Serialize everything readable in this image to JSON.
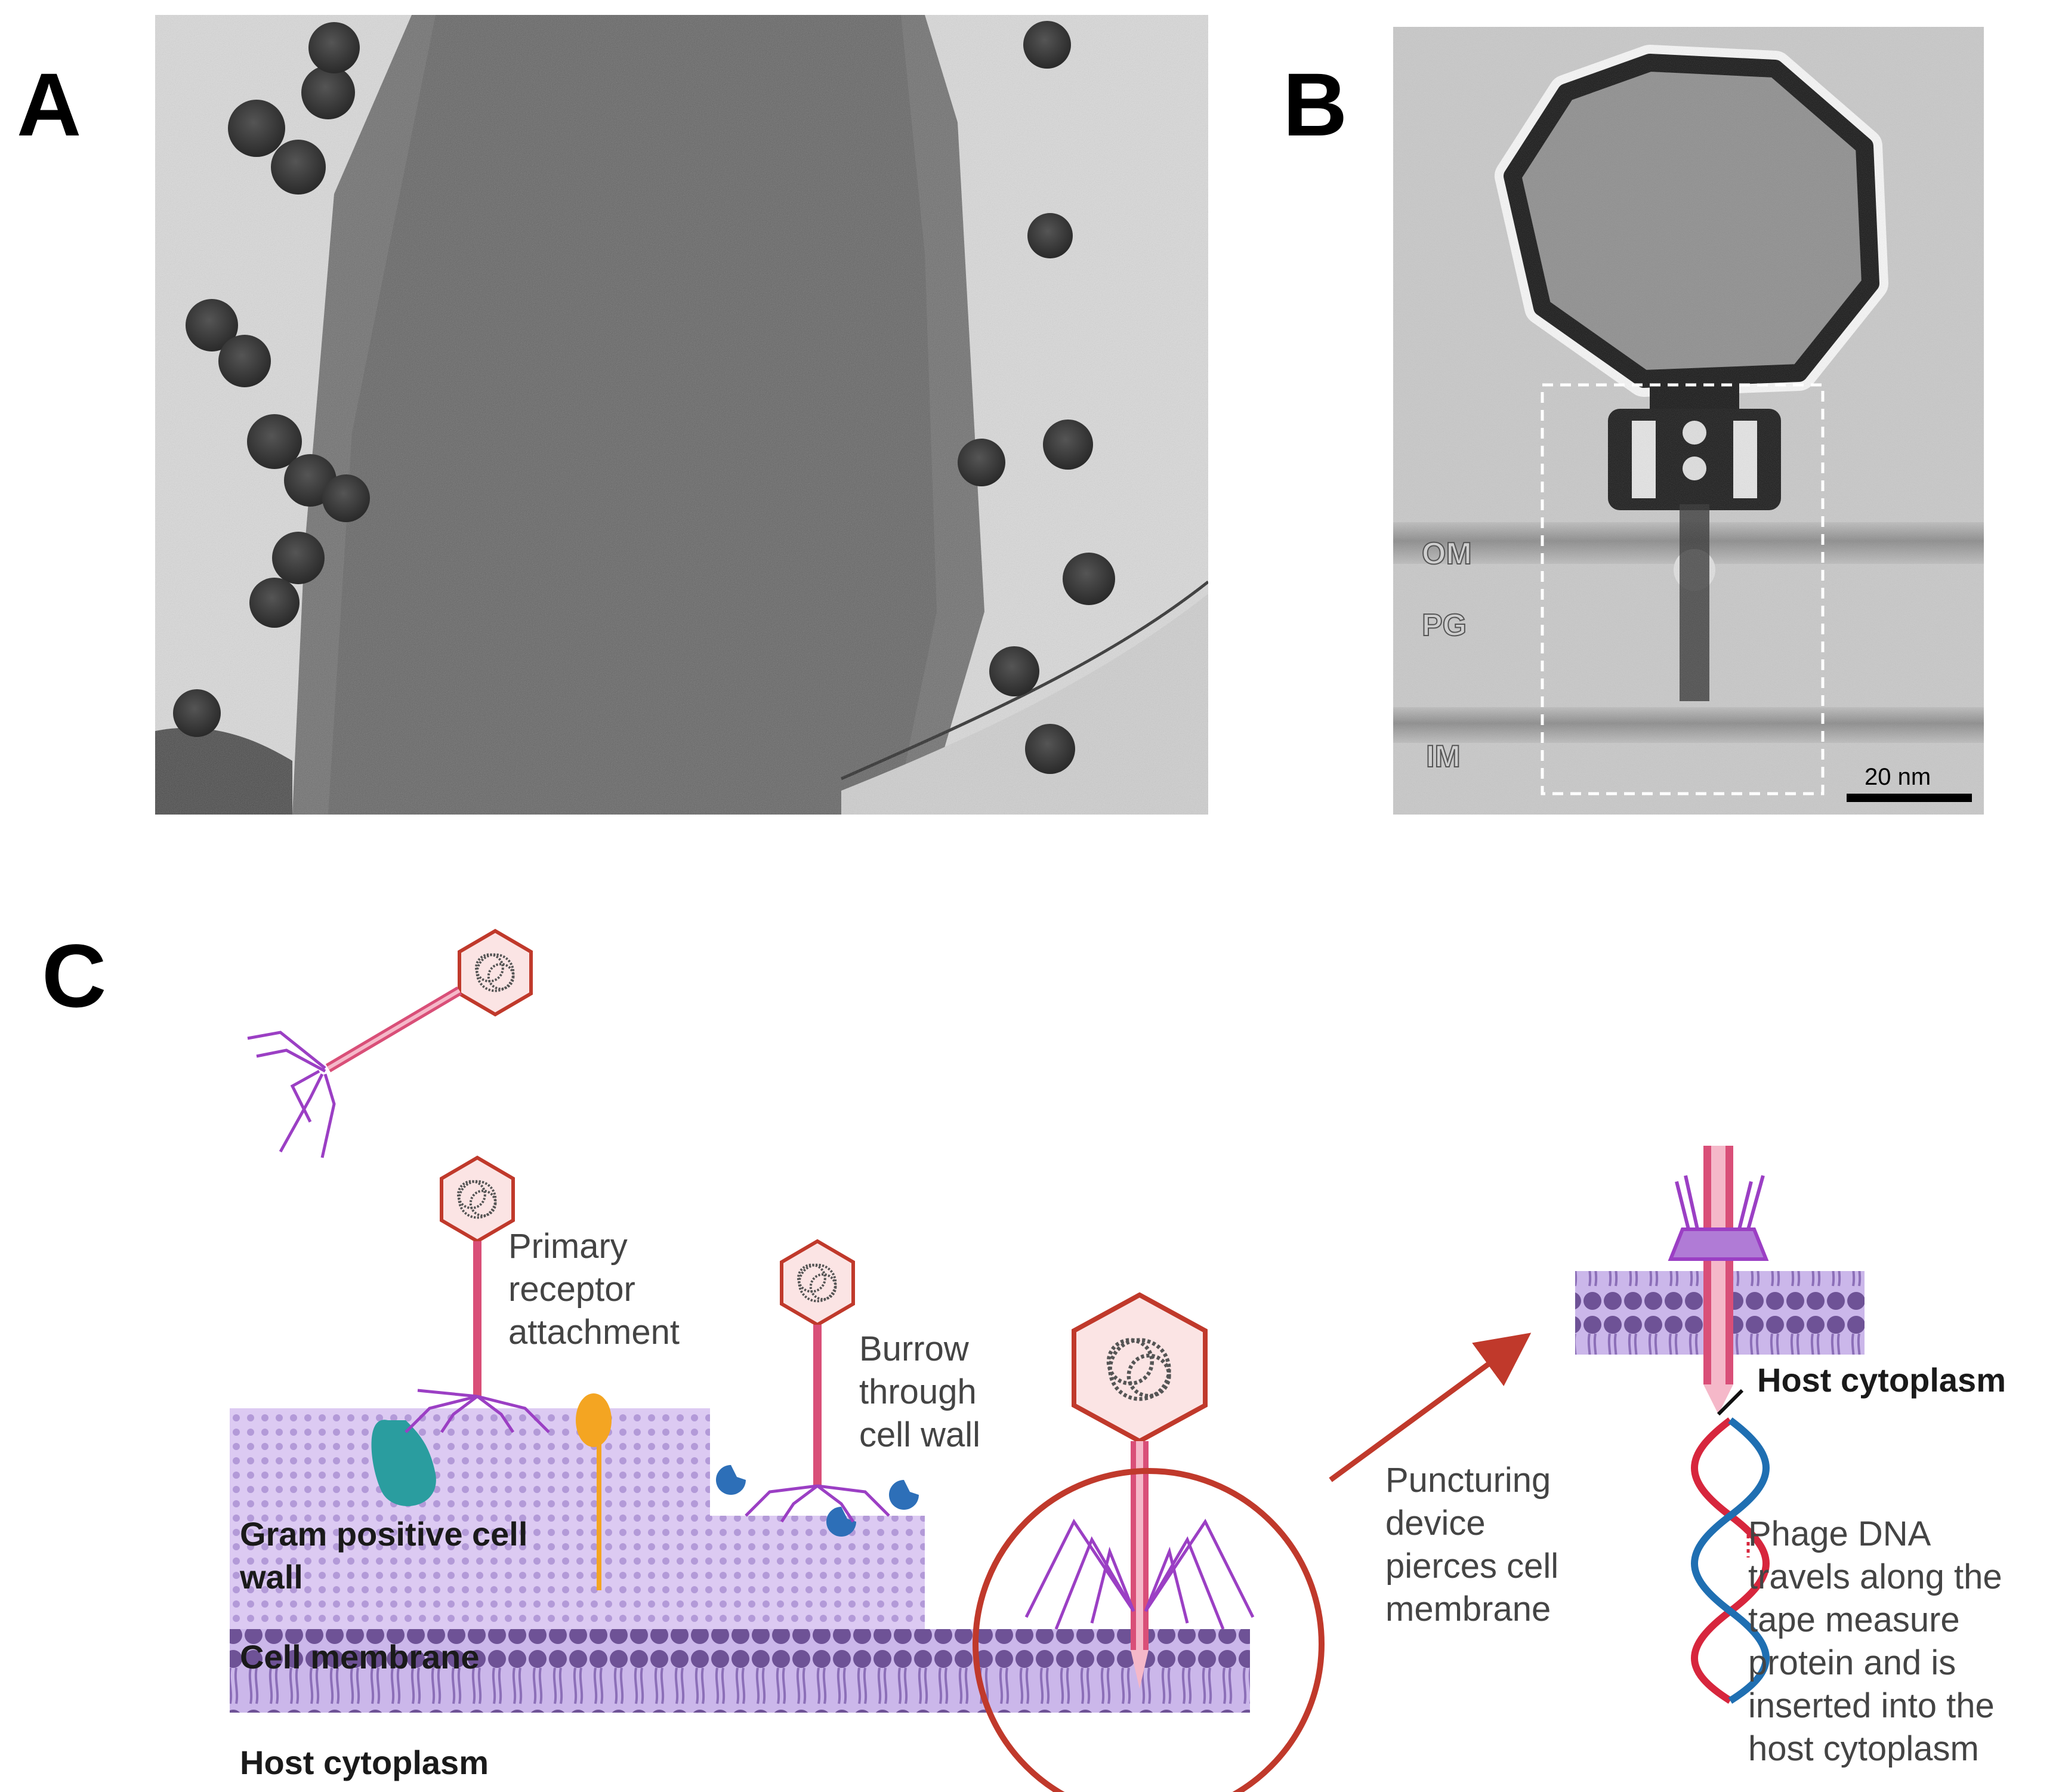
{
  "figure": {
    "panel_a": {
      "letter": "A"
    },
    "panel_b": {
      "letter": "B",
      "layer_labels": [
        "OM",
        "PG",
        "IM"
      ],
      "scale_bar_label": "20 nm"
    },
    "panel_c": {
      "letter": "C",
      "labels": {
        "primary_receptor": [
          "Primary",
          "receptor",
          "attachment"
        ],
        "burrow": [
          "Burrow",
          "through",
          "cell wall"
        ],
        "cell_wall": [
          "Gram positive cell",
          "wall"
        ],
        "cell_membrane": "Cell membrane",
        "host_cytoplasm_left": "Host cytoplasm",
        "puncturing": [
          "Puncturing",
          "device",
          "pierces cell",
          "membrane"
        ],
        "host_cytoplasm_right": "Host cytoplasm",
        "phage_dna": [
          "Phage DNA",
          "travels along the",
          "tape measure",
          "protein and is",
          "inserted into the",
          "host cytoplasm"
        ]
      }
    }
  },
  "colors": {
    "phage_pink": "#d94f78",
    "phage_outline": "#c0392b",
    "tail_fiber": "#9b3fc4",
    "wall_lavender": "#d9c6f2",
    "membrane_purple": "#7a5ca0",
    "highlight_red": "#c0392b",
    "receptor_teal": "#2a9d9f",
    "receptor_orange": "#f4a522",
    "receptor_blue": "#2d6fb8",
    "dna_red": "#d7263d",
    "dna_blue": "#1f6fb2"
  }
}
